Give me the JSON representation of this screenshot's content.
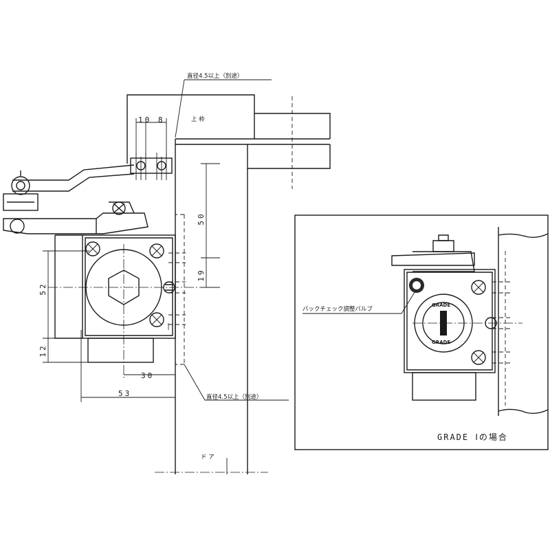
{
  "dimensions": {
    "d108": "10 8",
    "d50": "50",
    "d19": "19",
    "d52": "52",
    "d12": "12",
    "d30": "30",
    "d53": "53"
  },
  "labels": {
    "top_note": "直径4.5以上（別途）",
    "uwaku": "上 枠",
    "bottom_note": "直径4.5以上（別途）",
    "door": "ド ア",
    "valve_label": "バックチェック調整バルブ",
    "grade_text": "GRADE",
    "inset_caption": "GRADE Ⅰの場合"
  }
}
